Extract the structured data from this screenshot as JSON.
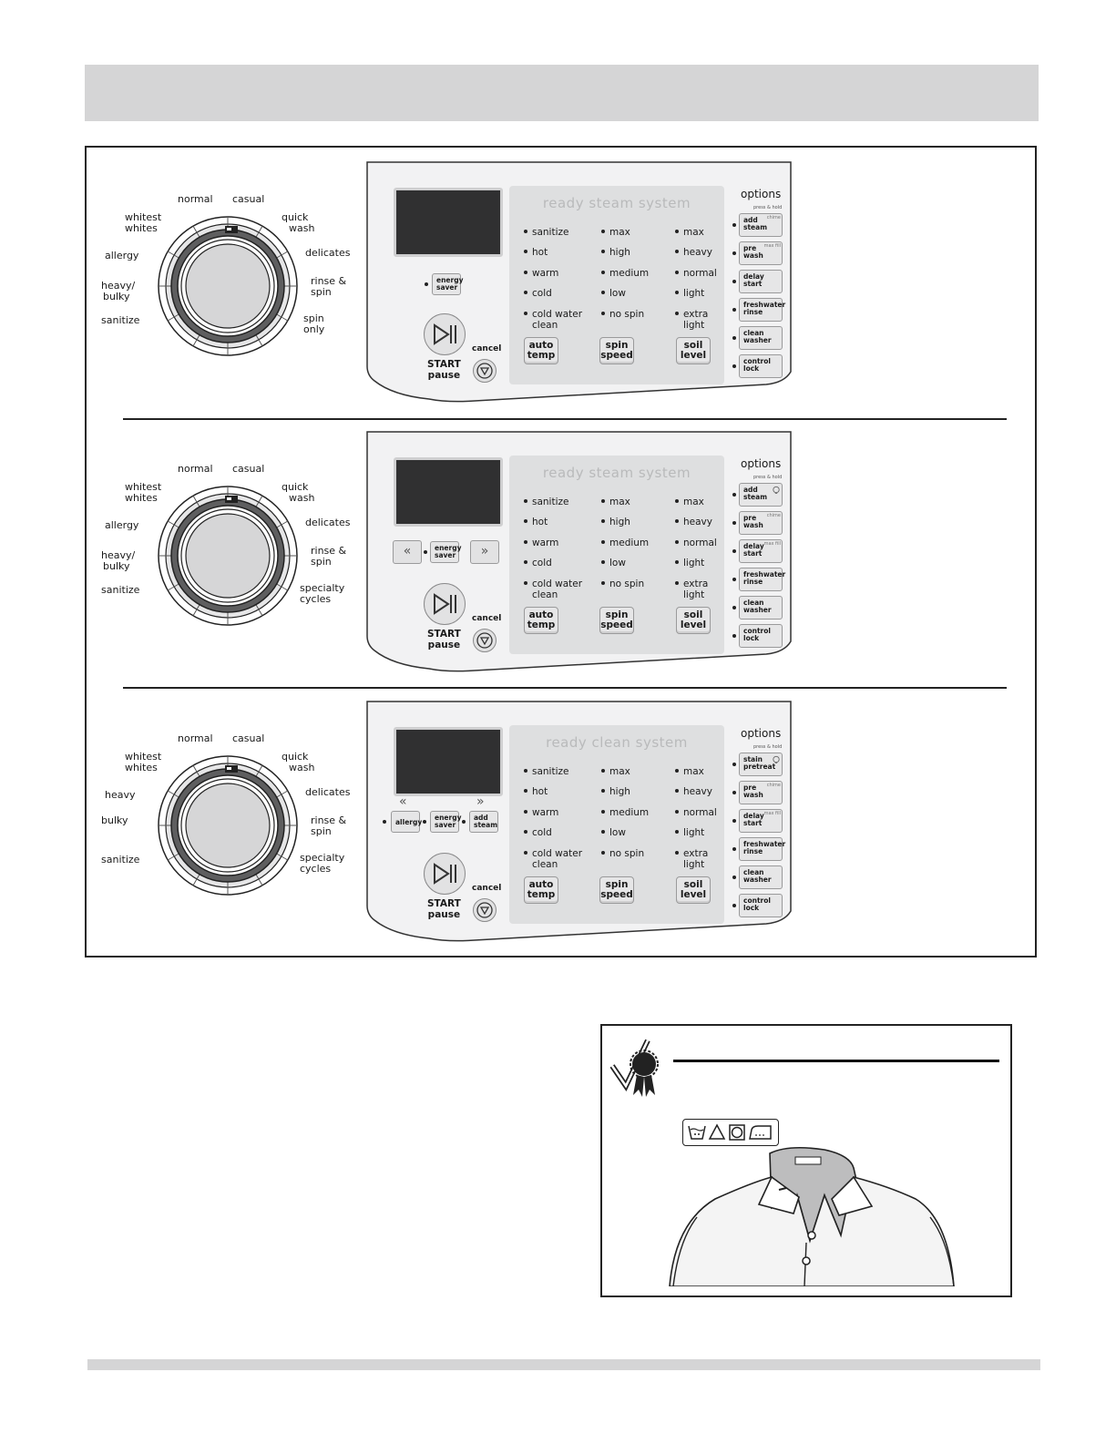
{
  "panels": [
    {
      "dial": {
        "normal": "normal",
        "casual": "casual",
        "whitest_1": "whitest",
        "whitest_2": "whites",
        "quick_1": "quick",
        "quick_2": "wash",
        "left_a": "allergy",
        "left_b1": "heavy/",
        "left_b2": "bulky",
        "left_c": "sanitize",
        "right_a": "delicates",
        "right_b1": "rinse &",
        "right_b2": "spin",
        "right_c1": "spin",
        "right_c2": "only"
      },
      "system_title": "ready steam system",
      "columns": [
        [
          "sanitize",
          "hot",
          "warm",
          "cold",
          "cold water",
          "clean"
        ],
        [
          "max",
          "high",
          "medium",
          "low",
          "no spin"
        ],
        [
          "max",
          "heavy",
          "normal",
          "light",
          "extra",
          "light"
        ]
      ],
      "buttons": {
        "temp_1": "auto",
        "temp_2": "temp",
        "spin_1": "spin",
        "spin_2": "speed",
        "soil_1": "soil",
        "soil_2": "level"
      },
      "left_keys": {
        "center_1": "energy",
        "center_2": "saver"
      },
      "start": {
        "line1": "START",
        "line2": "pause",
        "cancel": "cancel"
      },
      "options_title": "options",
      "press_hold": "press & hold",
      "options": [
        {
          "l1": "add",
          "l2": "steam",
          "tag": "chime"
        },
        {
          "l1": "pre",
          "l2": "wash",
          "tag": "max fill"
        },
        {
          "l1": "delay",
          "l2": "start",
          "tag": ""
        },
        {
          "l1": "freshwater",
          "l2": "rinse",
          "tag": ""
        },
        {
          "l1": "clean",
          "l2": "washer",
          "tag": ""
        },
        {
          "l1": "control",
          "l2": "lock",
          "tag": ""
        }
      ]
    },
    {
      "dial": {
        "normal": "normal",
        "casual": "casual",
        "whitest_1": "whitest",
        "whitest_2": "whites",
        "quick_1": "quick",
        "quick_2": "wash",
        "left_a": "allergy",
        "left_b1": "heavy/",
        "left_b2": "bulky",
        "left_c": "sanitize",
        "right_a": "delicates",
        "right_b1": "rinse &",
        "right_b2": "spin",
        "right_c1": "specialty",
        "right_c2": "cycles"
      },
      "system_title": "ready steam system",
      "columns": [
        [
          "sanitize",
          "hot",
          "warm",
          "cold",
          "cold water",
          "clean"
        ],
        [
          "max",
          "high",
          "medium",
          "low",
          "no spin"
        ],
        [
          "max",
          "heavy",
          "normal",
          "light",
          "extra",
          "light"
        ]
      ],
      "buttons": {
        "temp_1": "auto",
        "temp_2": "temp",
        "spin_1": "spin",
        "spin_2": "speed",
        "soil_1": "soil",
        "soil_2": "level"
      },
      "left_keys": {
        "center_1": "energy",
        "center_2": "saver",
        "prev": "«",
        "next": "»"
      },
      "start": {
        "line1": "START",
        "line2": "pause",
        "cancel": "cancel"
      },
      "options_title": "options",
      "press_hold": "press & hold",
      "options": [
        {
          "l1": "add",
          "l2": "steam",
          "tag": "bulb"
        },
        {
          "l1": "pre",
          "l2": "wash",
          "tag": "chime"
        },
        {
          "l1": "delay",
          "l2": "start",
          "tag": "max fill"
        },
        {
          "l1": "freshwater",
          "l2": "rinse",
          "tag": ""
        },
        {
          "l1": "clean",
          "l2": "washer",
          "tag": ""
        },
        {
          "l1": "control",
          "l2": "lock",
          "tag": ""
        }
      ]
    },
    {
      "dial": {
        "normal": "normal",
        "casual": "casual",
        "whitest_1": "whitest",
        "whitest_2": "whites",
        "quick_1": "quick",
        "quick_2": "wash",
        "left_a": "heavy",
        "left_b1": "bulky",
        "left_b2": "",
        "left_c": "sanitize",
        "right_a": "delicates",
        "right_b1": "rinse &",
        "right_b2": "spin",
        "right_c1": "specialty",
        "right_c2": "cycles"
      },
      "system_title": "ready clean system",
      "columns": [
        [
          "sanitize",
          "hot",
          "warm",
          "cold",
          "cold water",
          "clean"
        ],
        [
          "max",
          "high",
          "medium",
          "low",
          "no spin"
        ],
        [
          "max",
          "heavy",
          "normal",
          "light",
          "extra",
          "light"
        ]
      ],
      "buttons": {
        "temp_1": "auto",
        "temp_2": "temp",
        "spin_1": "spin",
        "spin_2": "speed",
        "soil_1": "soil",
        "soil_2": "level"
      },
      "left_keys": {
        "left": "allergy",
        "center_1": "energy",
        "center_2": "saver",
        "right_1": "add",
        "right_2": "steam",
        "prev": "«",
        "next": "»"
      },
      "start": {
        "line1": "START",
        "line2": "pause",
        "cancel": "cancel"
      },
      "options_title": "options",
      "press_hold": "press & hold",
      "options": [
        {
          "l1": "stain",
          "l2": "pretreat",
          "tag": "bulb"
        },
        {
          "l1": "pre",
          "l2": "wash",
          "tag": "chime"
        },
        {
          "l1": "delay",
          "l2": "start",
          "tag": "max fill"
        },
        {
          "l1": "freshwater",
          "l2": "rinse",
          "tag": ""
        },
        {
          "l1": "clean",
          "l2": "washer",
          "tag": ""
        },
        {
          "l1": "control",
          "l2": "lock",
          "tag": ""
        }
      ]
    }
  ],
  "colors": {
    "header_bar": "#d5d5d6",
    "panel_grey": "#dedfe0",
    "screen": "#303031"
  },
  "icons": [
    "check-ribbon-icon",
    "wash-tub-icon",
    "triangle-bleach-icon",
    "tumble-dry-icon",
    "iron-icon",
    "shirt-illustration"
  ]
}
